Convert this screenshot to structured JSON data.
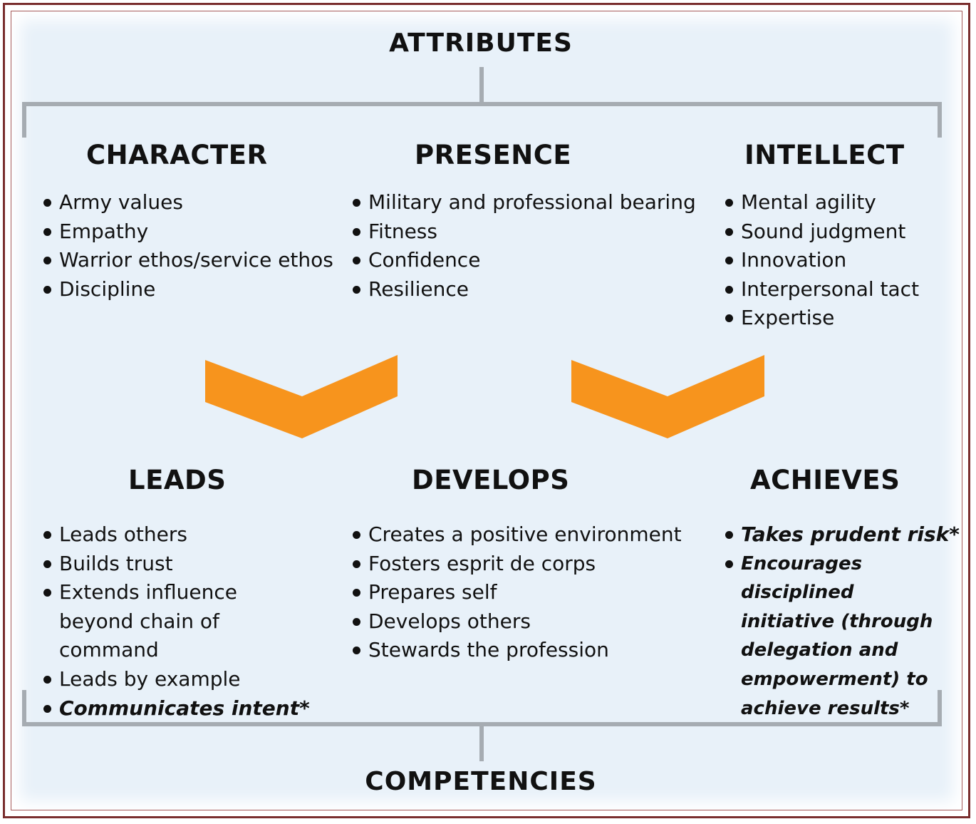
{
  "top_title": "ATTRIBUTES",
  "bottom_title": "COMPETENCIES",
  "attributes": [
    {
      "heading": "CHARACTER",
      "items": [
        "Army values",
        "Empathy",
        "Warrior ethos/service ethos",
        "Discipline"
      ]
    },
    {
      "heading": "PRESENCE",
      "items": [
        "Military and professional bearing",
        "Fitness",
        "Confidence",
        "Resilience"
      ]
    },
    {
      "heading": "INTELLECT",
      "items": [
        "Mental agility",
        "Sound judgment",
        "Innovation",
        "Interpersonal tact",
        "Expertise"
      ]
    }
  ],
  "competencies": [
    {
      "heading": "LEADS",
      "items": [
        "Leads others",
        "Builds trust",
        "Extends influence beyond chain of command",
        "Leads by example",
        "Communicates intent*"
      ]
    },
    {
      "heading": "DEVELOPS",
      "items": [
        "Creates a positive environment",
        "Fosters esprit de corps",
        "Prepares self",
        "Develops others",
        "Stewards the profession"
      ]
    },
    {
      "heading": "ACHIEVES",
      "items": [
        "Takes prudent risk*",
        "Encourages disciplined initiative (through delegation and empowerment) to achieve results*"
      ]
    }
  ],
  "colors": {
    "border": "#7a2e2e",
    "background": "#e8f1f9",
    "connector": "#a6acb2",
    "chevron": "#f7941d",
    "text": "#111111"
  }
}
